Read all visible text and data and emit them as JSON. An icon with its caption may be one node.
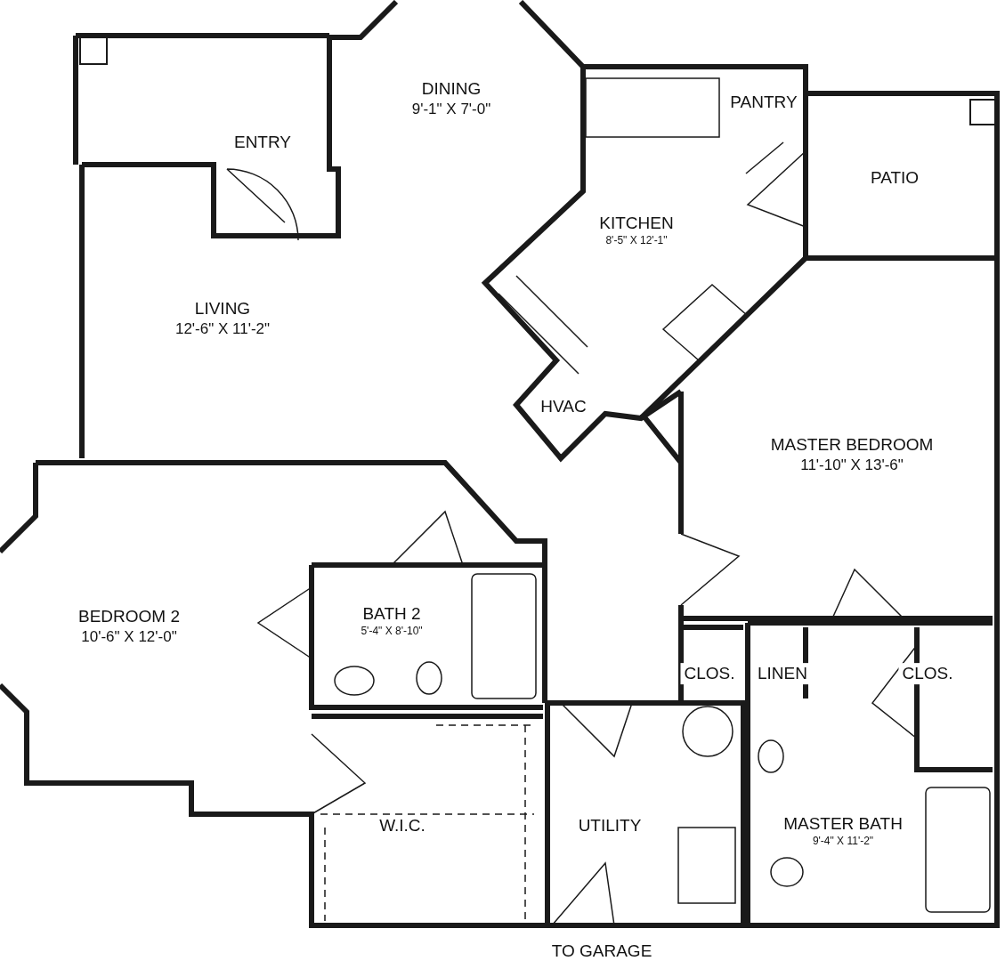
{
  "diagram": {
    "nodes": [
      {
        "text": [
          "DINING",
          "9'-1\" X 7'-0\""
        ]
      },
      {
        "text": [
          "PANTRY"
        ]
      },
      {
        "text": [
          "ENTRY"
        ]
      },
      {
        "text": [
          "PATIO"
        ]
      },
      {
        "text": [
          "KITCHEN",
          "8'-5\" X 12'-1\""
        ]
      },
      {
        "text": [
          "LIVING",
          "12'-6\" X 11'-2\""
        ]
      },
      {
        "text": [
          "HVAC"
        ]
      },
      {
        "text": [
          "MASTER BEDROOM",
          "11'-10\" X 13'-6\""
        ]
      },
      {
        "text": [
          "BEDROOM 2",
          "10'-6\" X 12'-0\""
        ]
      },
      {
        "text": [
          "BATH 2",
          "5'-4\" X 8'-10\""
        ]
      },
      {
        "text": [
          "CLOS."
        ]
      },
      {
        "text": [
          "LINEN"
        ]
      },
      {
        "text": [
          "CLOS."
        ]
      },
      {
        "text": [
          "W.I.C."
        ]
      },
      {
        "text": [
          "UTILITY"
        ]
      },
      {
        "text": [
          "MASTER BATH",
          "9'-4\" X 11'-2\""
        ]
      }
    ],
    "labels": [
      "TO GARAGE"
    ]
  }
}
